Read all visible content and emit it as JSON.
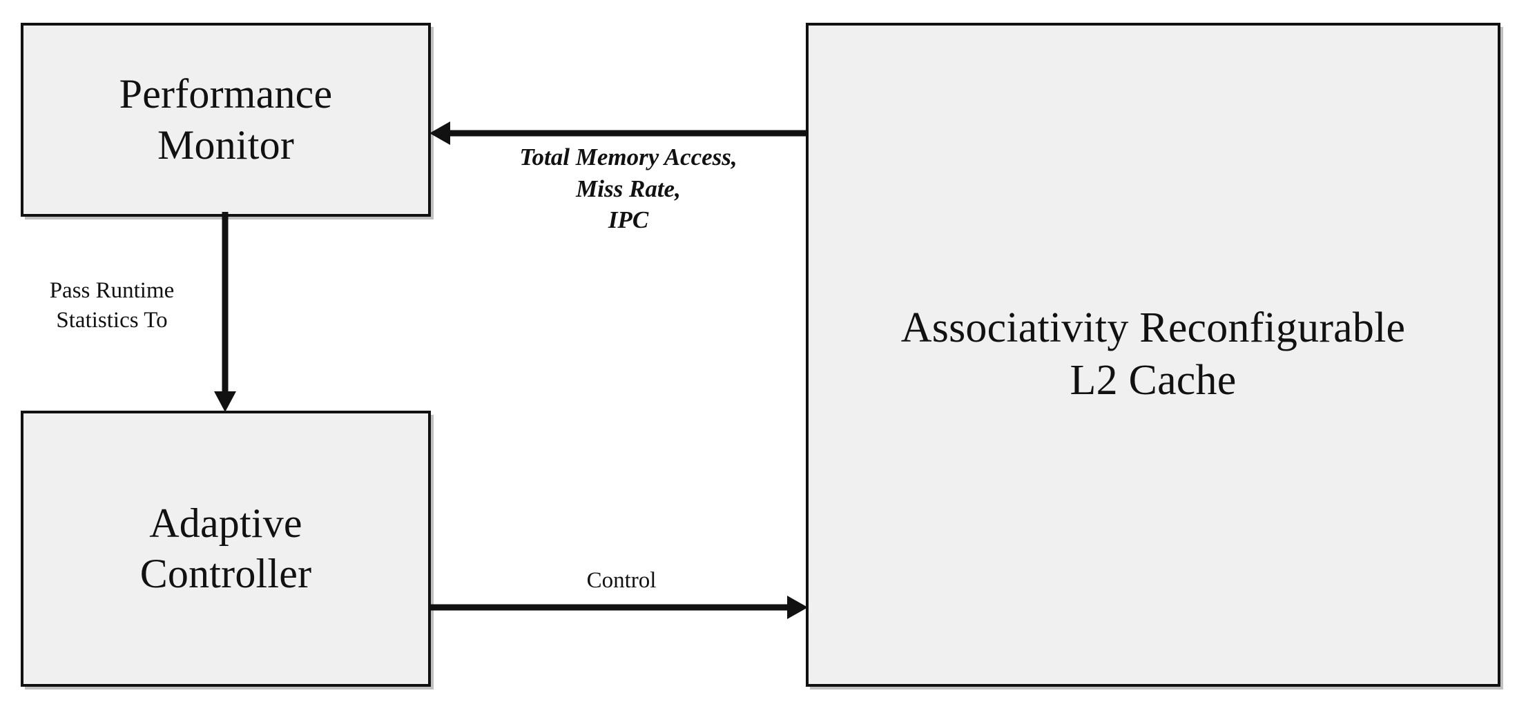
{
  "diagram": {
    "title": "Associativity Reconfigurable L2 Cache Adaptive Control Block Diagram",
    "type": "block-diagram",
    "background_color": "#ffffff",
    "box_fill_color": "#f0f0f0",
    "box_border_color": "#111111",
    "arrow_color": "#111111",
    "text_color": "#111111"
  },
  "boxes": [
    {
      "id": "performance-monitor",
      "label": "Performance\nMonitor",
      "line1": "Performance",
      "line2": "Monitor"
    },
    {
      "id": "adaptive-controller",
      "label": "Adaptive\nController",
      "line1": "Adaptive",
      "line2": "Controller"
    },
    {
      "id": "l2-cache",
      "label": "Associativity Reconfigurable\nL2 Cache",
      "line1": "Associativity Reconfigurable",
      "line2": "L2 Cache"
    }
  ],
  "edges": [
    {
      "id": "cache-to-monitor",
      "from": "l2-cache",
      "to": "performance-monitor",
      "direction": "left",
      "label": "Total Memory Access,\nMiss Rate,\nIPC",
      "label_style": "italic",
      "label_lines": [
        "Total Memory Access,",
        "Miss Rate,",
        "IPC"
      ]
    },
    {
      "id": "monitor-to-controller",
      "from": "performance-monitor",
      "to": "adaptive-controller",
      "direction": "down",
      "label": "Pass Runtime\nStatistics To",
      "label_style": "upright",
      "label_lines": [
        "Pass Runtime",
        "Statistics To"
      ]
    },
    {
      "id": "controller-to-cache",
      "from": "adaptive-controller",
      "to": "l2-cache",
      "direction": "right",
      "label": "Control",
      "label_style": "upright",
      "label_lines": [
        "Control"
      ]
    }
  ]
}
